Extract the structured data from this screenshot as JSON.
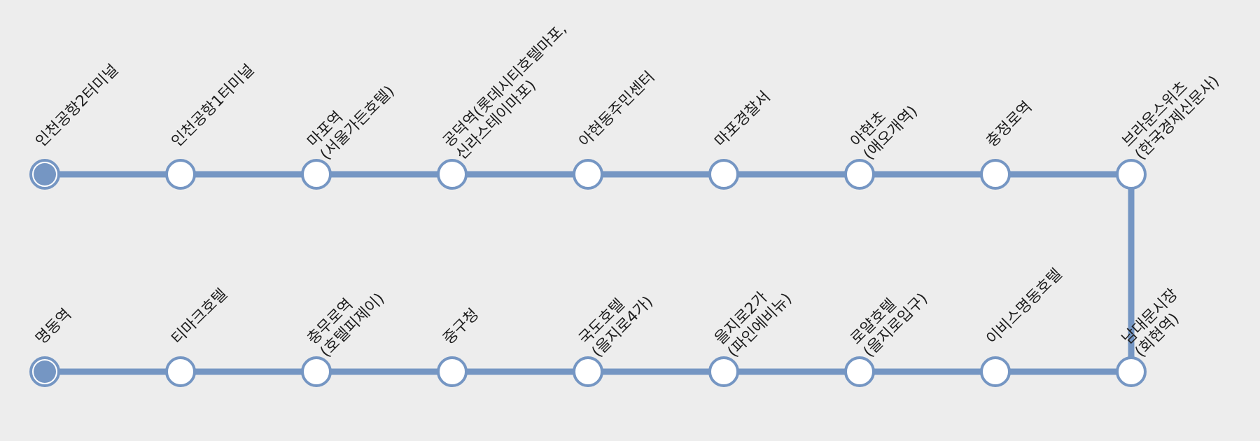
{
  "route": {
    "line_color": "#7596c3",
    "terminal_color": "#7596c3",
    "background_color": "#ededed"
  },
  "stops_top": [
    {
      "lines": [
        "인천공항2터미널"
      ],
      "terminal": true
    },
    {
      "lines": [
        "인천공항1터미널"
      ]
    },
    {
      "lines": [
        "마포역",
        "(서울가든호텔)"
      ]
    },
    {
      "lines": [
        "공덕역(롯데시티호텔마포,",
        "신라스테이마포)"
      ]
    },
    {
      "lines": [
        "아현동주민센터"
      ]
    },
    {
      "lines": [
        "마포경찰서"
      ]
    },
    {
      "lines": [
        "아현초",
        "(애오개역)"
      ]
    },
    {
      "lines": [
        "충정로역"
      ]
    },
    {
      "lines": [
        "브라운스위츠",
        "(한국경제신문사)"
      ]
    }
  ],
  "stops_bottom": [
    {
      "lines": [
        "명동역"
      ],
      "terminal": true
    },
    {
      "lines": [
        "티마크호텔"
      ]
    },
    {
      "lines": [
        "충무로역",
        "(호텔피제이)"
      ]
    },
    {
      "lines": [
        "중구청"
      ]
    },
    {
      "lines": [
        "국도호텔",
        "(을지로4가)"
      ]
    },
    {
      "lines": [
        "을지로2가",
        "(파인에비뉴)"
      ]
    },
    {
      "lines": [
        "로얄호텔",
        "(을지로입구)"
      ]
    },
    {
      "lines": [
        "이비스명동호텔"
      ]
    },
    {
      "lines": [
        "남대문시장",
        "(회현역)"
      ]
    }
  ]
}
